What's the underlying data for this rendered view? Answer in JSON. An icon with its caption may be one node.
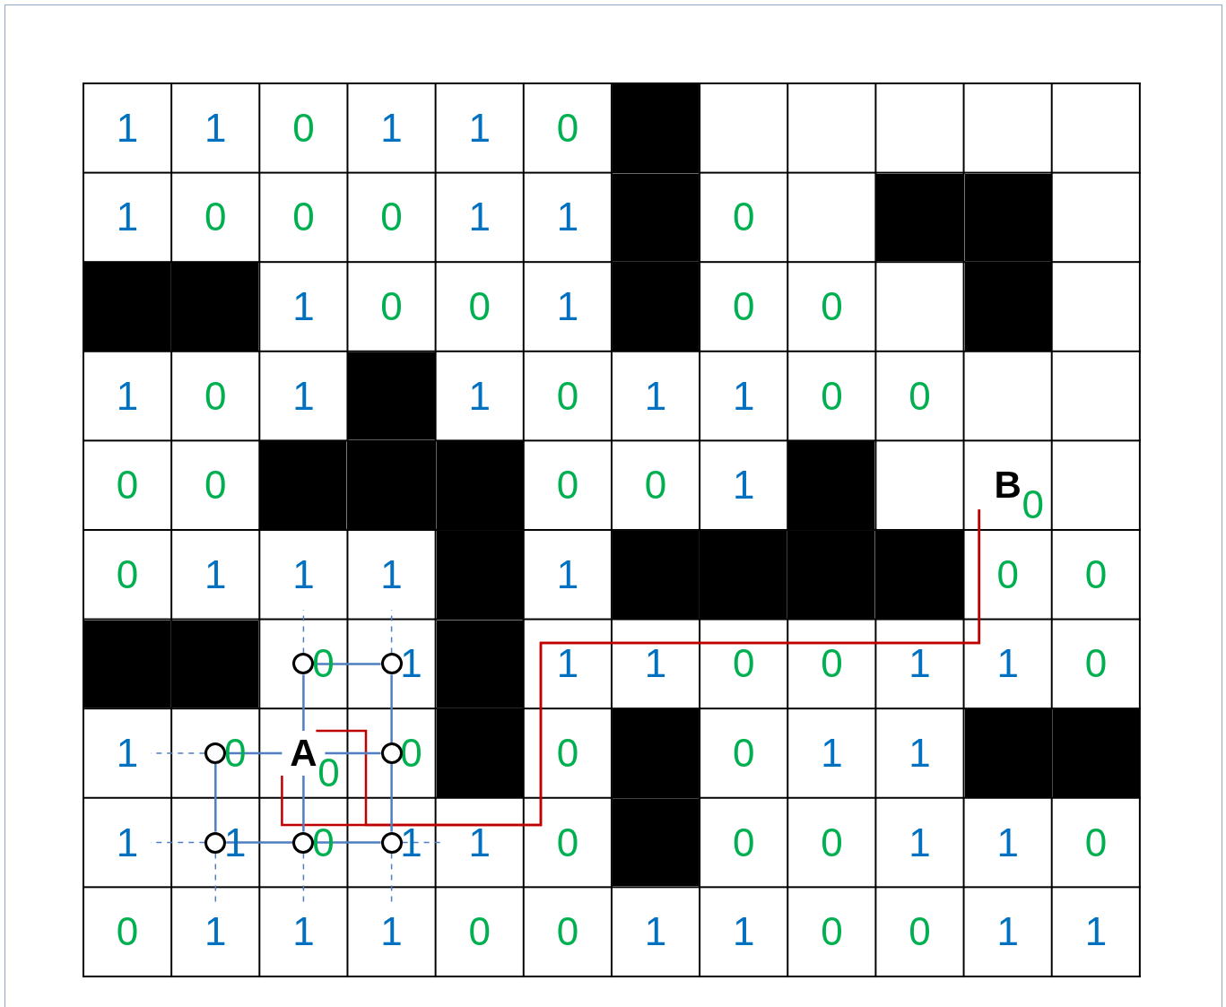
{
  "diagram": {
    "nodes": [
      {
        "text": [
          "B"
        ]
      },
      {
        "text": [],
        "shape": "circle"
      },
      {
        "text": [],
        "shape": "circle"
      },
      {
        "text": [],
        "shape": "circle"
      },
      {
        "text": [
          "A"
        ]
      },
      {
        "text": [],
        "shape": "circle"
      },
      {
        "text": [],
        "shape": "circle"
      },
      {
        "text": [],
        "shape": "circle"
      },
      {
        "text": [],
        "shape": "circle"
      }
    ],
    "edges": [
      {
        "from": 4,
        "to": 0,
        "arrow": "none",
        "color": "#c00000"
      },
      {
        "from": 4,
        "to": 0,
        "arrow": "none",
        "color": "#c00000"
      },
      {
        "from": 1,
        "to": 2,
        "arrow": "none"
      },
      {
        "from": 1,
        "to": 4,
        "arrow": "none"
      },
      {
        "from": 3,
        "to": 4,
        "arrow": "none"
      },
      {
        "from": 4,
        "to": 5,
        "arrow": "none"
      },
      {
        "from": 2,
        "to": 5,
        "arrow": "none"
      },
      {
        "from": 4,
        "to": 7,
        "arrow": "none"
      },
      {
        "from": 3,
        "to": 6,
        "arrow": "none"
      },
      {
        "from": 5,
        "to": 8,
        "arrow": "none"
      },
      {
        "from": 6,
        "to": 7,
        "arrow": "none"
      },
      {
        "from": 7,
        "to": 8,
        "arrow": "none"
      },
      {
        "from": 1,
        "to": null,
        "arrow": "none",
        "style": "dashed"
      },
      {
        "from": 2,
        "to": null,
        "arrow": "none",
        "style": "dashed"
      },
      {
        "from": 3,
        "to": null,
        "arrow": "none",
        "style": "dashed"
      },
      {
        "from": 6,
        "to": null,
        "arrow": "none",
        "style": "dashed"
      },
      {
        "from": 8,
        "to": null,
        "arrow": "none",
        "style": "dashed"
      },
      {
        "from": 6,
        "to": null,
        "arrow": "none",
        "style": "dashed"
      },
      {
        "from": 7,
        "to": null,
        "arrow": "none",
        "style": "dashed"
      },
      {
        "from": 8,
        "to": null,
        "arrow": "none",
        "style": "dashed"
      }
    ],
    "labels": [
      "1",
      "1",
      "0",
      "1",
      "1",
      "0",
      "1",
      "0",
      "0",
      "0",
      "1",
      "1",
      "0",
      "1",
      "0",
      "0",
      "1",
      "0",
      "0",
      "1",
      "0",
      "1",
      "1",
      "0",
      "1",
      "1",
      "0",
      "0",
      "0",
      "0",
      "0",
      "0",
      "1",
      "0",
      "0",
      "1",
      "1",
      "1",
      "1",
      "0",
      "0",
      "0",
      "1",
      "1",
      "1",
      "0",
      "0",
      "1",
      "1",
      "0",
      "1",
      "0",
      "0",
      "0",
      "0",
      "0",
      "1",
      "1",
      "1",
      "1",
      "0",
      "1",
      "1",
      "0",
      "0",
      "0",
      "1",
      "1",
      "0",
      "0",
      "1",
      "1",
      "1",
      "0",
      "0",
      "1",
      "1",
      "0",
      "0",
      "1",
      "1"
    ]
  }
}
